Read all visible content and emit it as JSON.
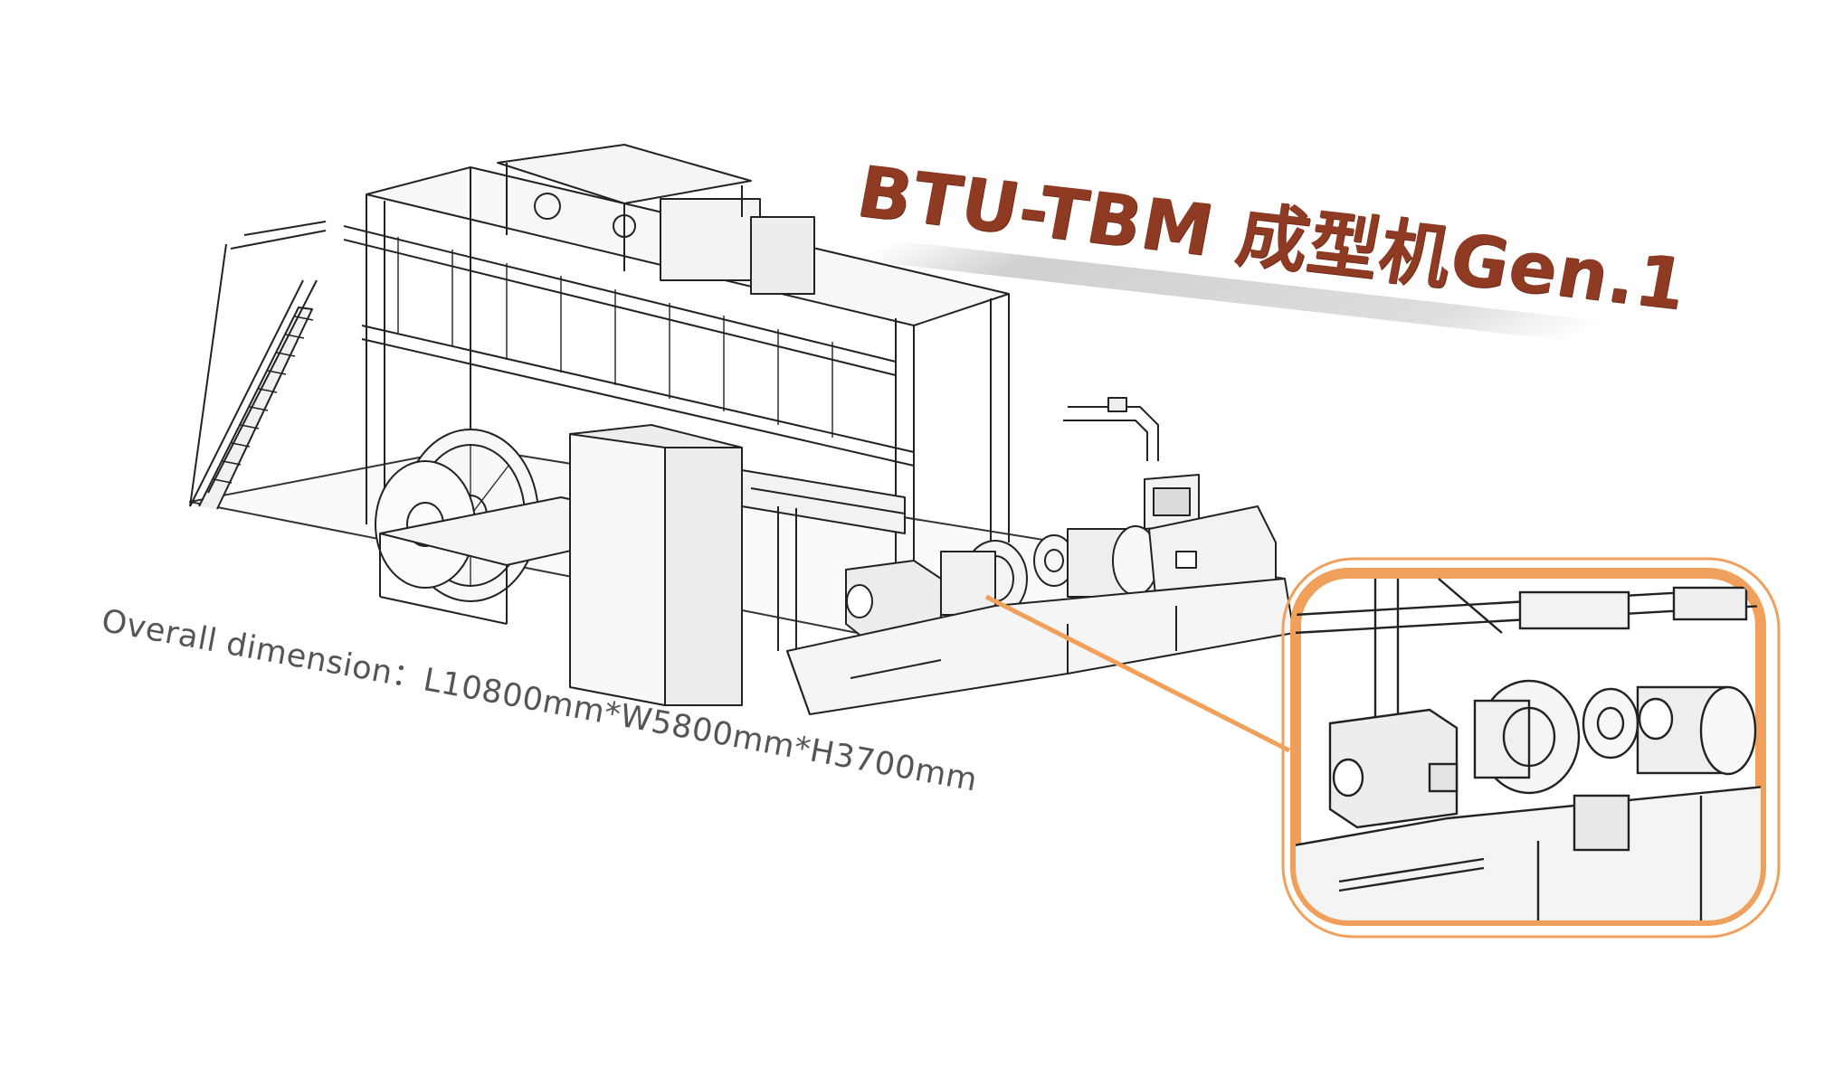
{
  "title": "BTU-TBM 成型机Gen.1",
  "dimension_text": "Overall dimension：L10800mm*W5800mm*H3700mm",
  "colors": {
    "title": "#8f3a22",
    "dimension_text": "#555555",
    "callout_border": "#f0a05a",
    "line_art": "#222222"
  },
  "illustration": {
    "subject": "machine-line-drawing",
    "detail_callout": "zoomed-motor-section"
  }
}
